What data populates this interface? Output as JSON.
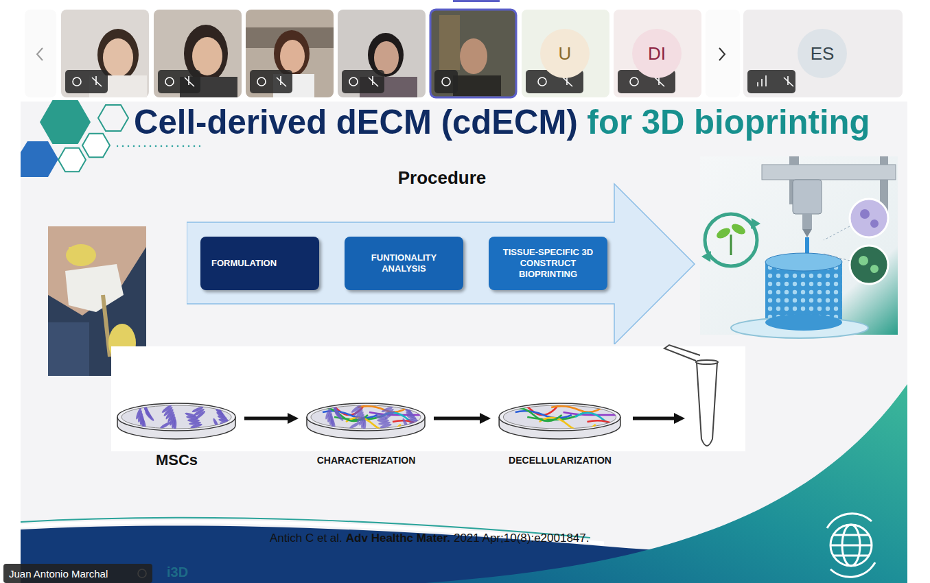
{
  "diagram": {
    "title": "Cell-derived dECM (cdECM) for 3D bioprinting",
    "nodes": [
      {
        "text": [
          "U"
        ]
      },
      {
        "text": [
          "DI"
        ]
      },
      {
        "text": [
          "ES"
        ]
      },
      {
        "text": [
          "Procedure"
        ]
      },
      {
        "text": [
          "FORMULATION"
        ],
        "in": 3
      },
      {
        "text": [
          "FUNTIONALITY ANALYSIS"
        ],
        "in": 3
      },
      {
        "text": [
          "TISSUE-SPECIFIC 3D CONSTRUCT BIOPRINTING"
        ],
        "in": 3
      },
      {
        "text": [
          "MSCs"
        ]
      },
      {
        "text": [
          "CHARACTERIZATION"
        ]
      },
      {
        "text": [
          "DECELLULARIZATION"
        ]
      },
      {
        "text": [
          "Juan Antonio Marchal"
        ]
      }
    ],
    "edges": [
      {
        "from": 7,
        "to": 8,
        "arrow": "to"
      },
      {
        "from": 8,
        "to": 9,
        "arrow": "to"
      }
    ],
    "labels": [
      "Antich C et al.",
      "Adv Healthc Mater.",
      "2021 Apr;10(8):e2001847.",
      "i3D"
    ]
  }
}
